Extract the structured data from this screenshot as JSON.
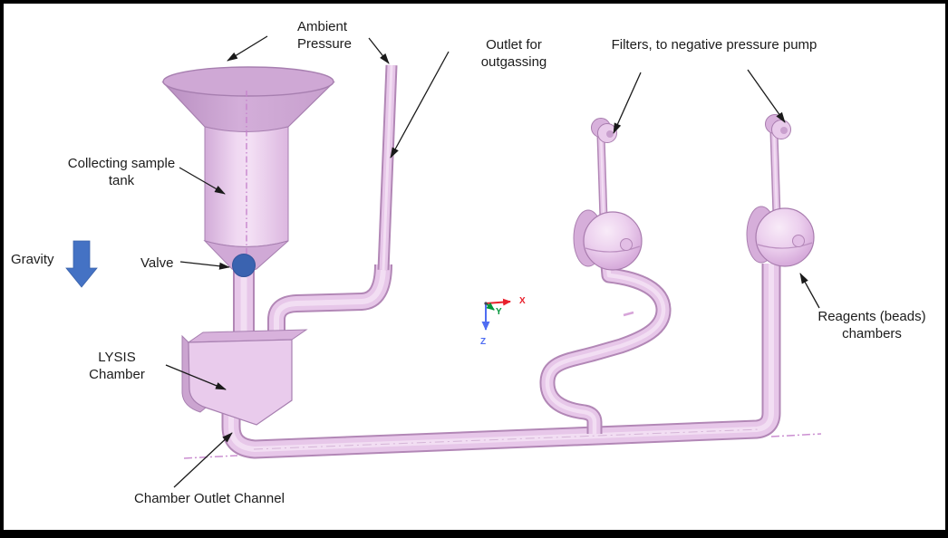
{
  "figure": {
    "description": "Annotated 3D CAD diagram of a microfluidic sample-processing device",
    "background": "#ffffff",
    "border_color": "#000000"
  },
  "labels": {
    "ambient_pressure": "Ambient Pressure",
    "outlet_outgassing": "Outlet for outgassing",
    "filters": "Filters, to negative pressure pump",
    "collecting_tank": "Collecting sample tank",
    "gravity": "Gravity",
    "valve": "Valve",
    "lysis_chamber": "LYSIS Chamber",
    "chamber_outlet": "Chamber Outlet Channel",
    "reagents": "Reagents (beads) chambers"
  },
  "axis_triad": {
    "x": "X",
    "y": "Y",
    "z": "Z",
    "x_color": "#e8212d",
    "y_color": "#00953b",
    "z_color": "#4f6df2"
  },
  "colors": {
    "model_pink_fill": "#e7c7e9",
    "model_pink_edge": "#b287b6",
    "model_pink_dark": "#cfa8d5",
    "valve_blue": "#3a63b0",
    "gravity_arrow_blue": "#4472c4",
    "annotation_black": "#1a1a1a",
    "centerline_pink": "#c583cc"
  }
}
